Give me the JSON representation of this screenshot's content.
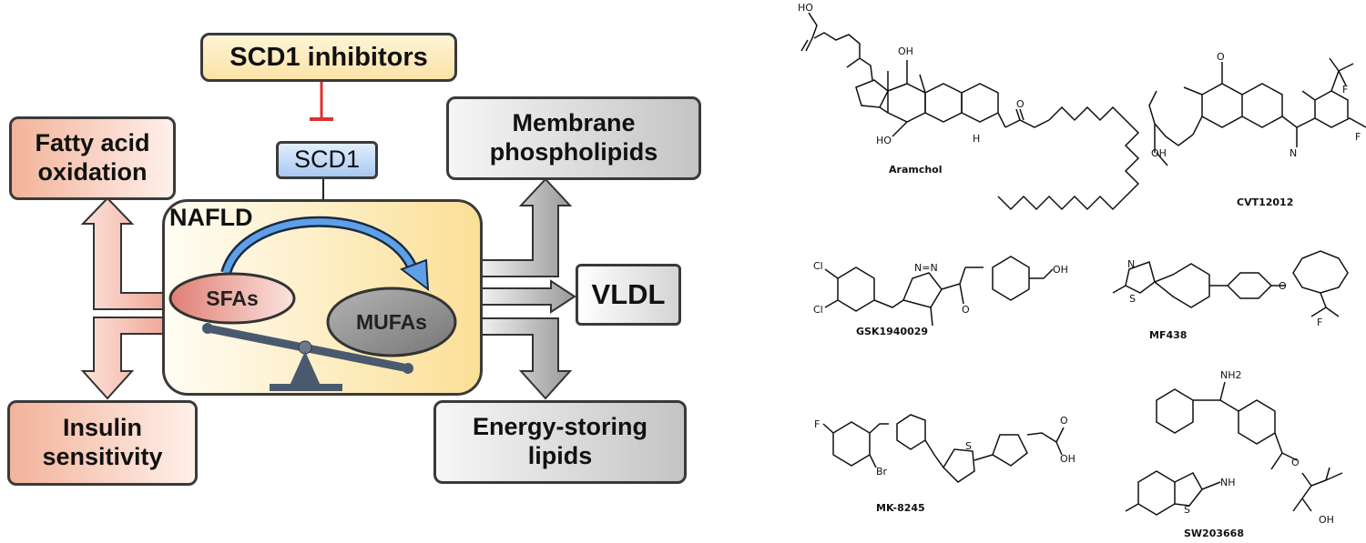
{
  "diagram": {
    "inhibitors_box": "SCD1 inhibitors",
    "scd1_box": "SCD1",
    "nafld_label": "NAFLD",
    "sfas_label": "SFAs",
    "mufas_label": "MUFAs",
    "fatty_acid_oxidation": [
      "Fatty acid",
      "oxidation"
    ],
    "insulin_sensitivity": [
      "Insulin",
      "sensitivity"
    ],
    "membrane_phospholipids": [
      "Membrane",
      "phospholipids"
    ],
    "vldl": "VLDL",
    "energy_storing_lipids": [
      "Energy-storing",
      "lipids"
    ]
  },
  "compounds": {
    "aramchol": "Aramchol",
    "cvt12012": "CVT12012",
    "gsk1940029": "GSK1940029",
    "mf438": "MF438",
    "mk8245": "MK-8245",
    "sw203668": "SW203668"
  },
  "atom_labels": {
    "ho": "HO",
    "oh": "OH",
    "o": "O",
    "n": "N",
    "nh": "NH",
    "h": "H",
    "s": "S",
    "cl": "Cl",
    "f": "F",
    "br": "Br",
    "nh2": "NH2",
    "n_eq_n": "N=N"
  },
  "colors": {
    "inhibition": "#e03030",
    "scd1_fill": "#a9c8f0",
    "nafld_fill": "#fbdf96",
    "sfas_fill": "#e89a92",
    "mufas_fill": "#8c8c8c",
    "curved_arrow": "#4a8fd8",
    "balance": "#4a5a6e"
  }
}
